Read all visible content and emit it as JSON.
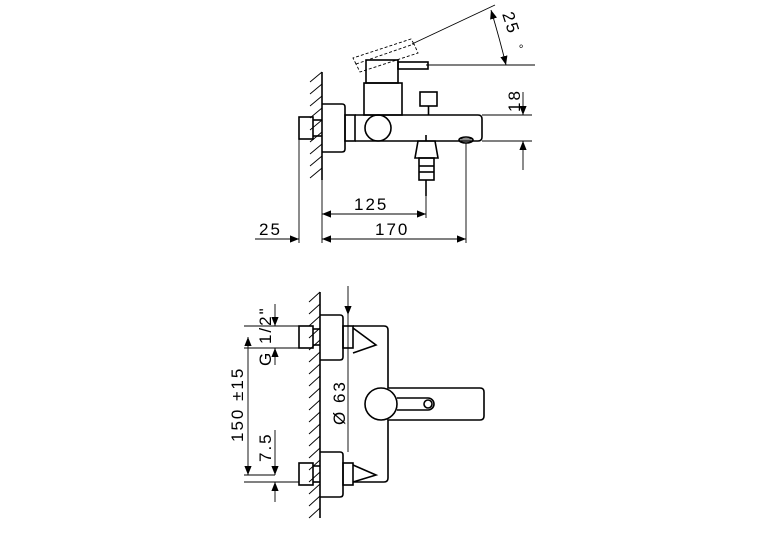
{
  "diagram": {
    "side_view": {
      "dimensions": {
        "lever_angle": "25",
        "degree_symbol": "°",
        "spout_height": "18",
        "handshower_offset": "125",
        "wall_offset": "25",
        "spout_projection": "170"
      }
    },
    "front_view": {
      "dimensions": {
        "thread": "G 1/2\"",
        "center_distance": "150 ±15",
        "eccentric_offset": "7.5",
        "cover_diameter": "Ø 63"
      }
    }
  }
}
